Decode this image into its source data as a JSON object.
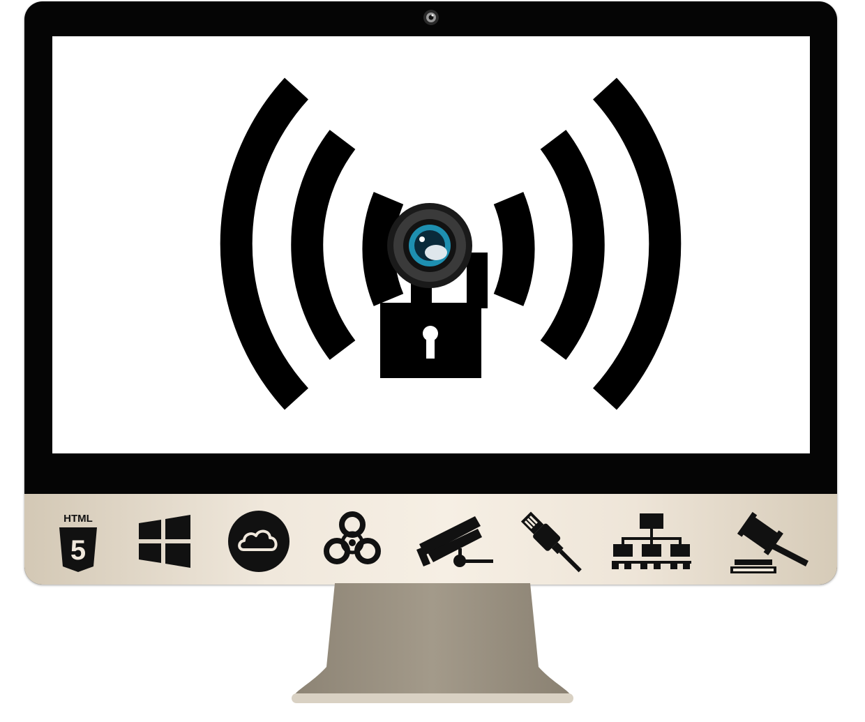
{
  "monitor": {
    "screen_graphic": {
      "symbol": "wireless-signal-with-camera-padlock",
      "waves_per_side": 3,
      "icons": [
        "wifi-waves-icon",
        "camera-lens-icon",
        "padlock-icon"
      ]
    },
    "chin_icons": [
      {
        "name": "html5-icon",
        "label": "HTML",
        "digit": "5"
      },
      {
        "name": "windows-logo-icon"
      },
      {
        "name": "cloud-icon"
      },
      {
        "name": "biohazard-icon"
      },
      {
        "name": "security-camera-icon"
      },
      {
        "name": "ethernet-plug-icon"
      },
      {
        "name": "network-hierarchy-icon"
      },
      {
        "name": "gavel-icon"
      }
    ],
    "colors": {
      "bezel": "#050505",
      "screen": "#ffffff",
      "chin": "#f0e8dc",
      "stand": "#9d9484",
      "lens_blue": "#1e8fb0"
    }
  }
}
